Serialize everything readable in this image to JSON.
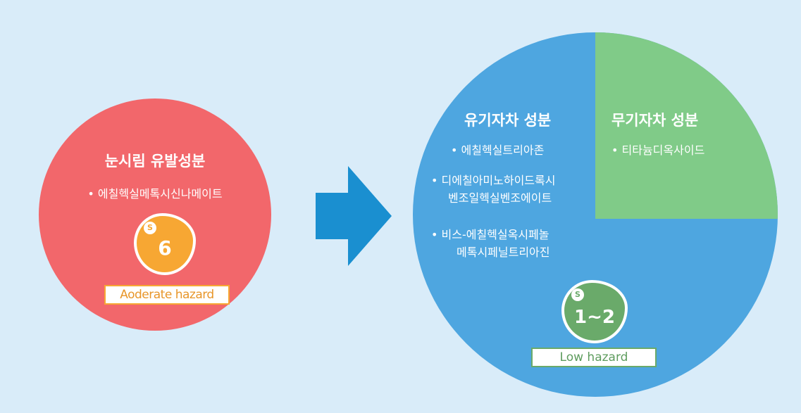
{
  "left": {
    "title": "눈시림 유발성분",
    "item": "• 에칠헥실메톡시신나메이트",
    "badge_icon": "s-icon",
    "badge_mini": "S",
    "badge_value": "6",
    "hazard_label": "Aoderate hazard"
  },
  "right": {
    "organic_title": "유기자차 성분",
    "organic_items": {
      "item1": "• 에칠헥실트리아존",
      "item2_line1": "• 디에칠아미노하이드록시",
      "item2_line2": "벤조일헥실벤조에이트",
      "item3_line1": "• 비스-에칠헥실옥시페놀",
      "item3_line2": "메톡시페닐트리아진"
    },
    "inorganic_title": "무기자차 성분",
    "inorganic_item": "• 티타늄디옥사이드",
    "badge_mini": "S",
    "badge_value": "1~2",
    "hazard_label": "Low hazard"
  },
  "colors": {
    "background": "#d9ecf9",
    "left_circle": "#f2676b",
    "orange_badge": "#f7a733",
    "arrow": "#1a8fd0",
    "organic": "#4ea6e0",
    "inorganic": "#80cb88",
    "green_badge": "#6aaa6a"
  }
}
